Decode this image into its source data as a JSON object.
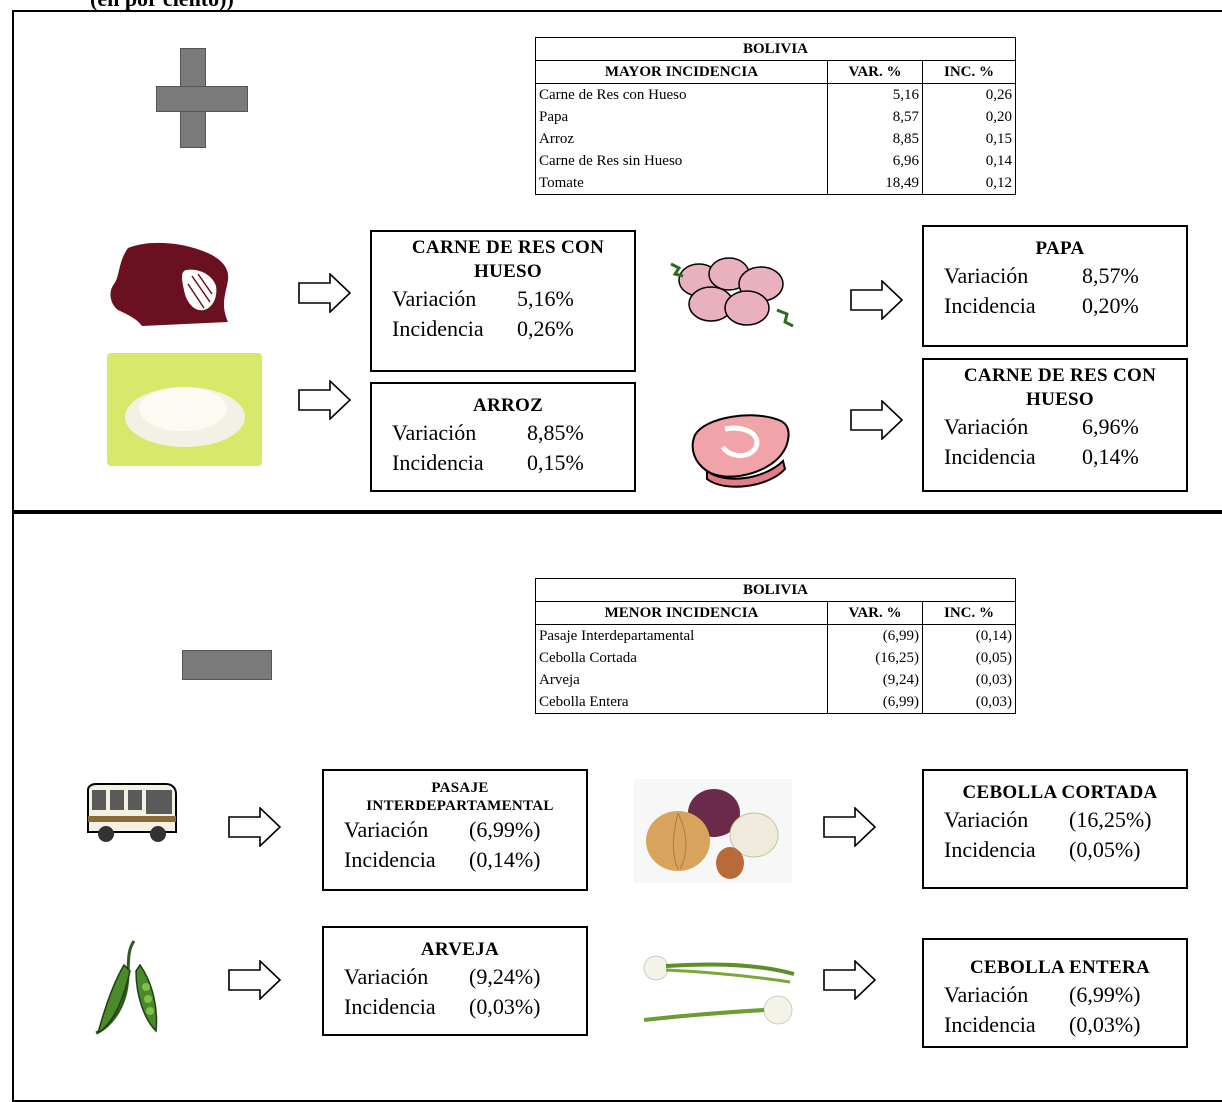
{
  "header_fragment": "(en por ciento))",
  "top_table": {
    "title": "BOLIVIA",
    "headers": [
      "MAYOR INCIDENCIA",
      "VAR. %",
      "INC. %"
    ],
    "rows": [
      [
        "Carne de Res con Hueso",
        "5,16",
        "0,26"
      ],
      [
        "Papa",
        "8,57",
        "0,20"
      ],
      [
        "Arroz",
        "8,85",
        "0,15"
      ],
      [
        "Carne de Res sin Hueso",
        "6,96",
        "0,14"
      ],
      [
        "Tomate",
        "18,49",
        "0,12"
      ]
    ]
  },
  "bottom_table": {
    "title": "BOLIVIA",
    "headers": [
      "MENOR INCIDENCIA",
      "VAR. %",
      "INC. %"
    ],
    "rows": [
      [
        "Pasaje Interdepartamental",
        "(6,99)",
        "(0,14)"
      ],
      [
        "Cebolla Cortada",
        "(16,25)",
        "(0,05)"
      ],
      [
        "Arveja",
        "(9,24)",
        "(0,03)"
      ],
      [
        "Cebolla Entera",
        "(6,99)",
        "(0,03)"
      ]
    ]
  },
  "labels": {
    "variacion": "Variación",
    "incidencia": "Incidencia"
  },
  "boxes": {
    "carne_hueso": {
      "title": "CARNE DE RES CON HUESO",
      "var": "5,16%",
      "inc": "0,26%"
    },
    "papa": {
      "title": "PAPA",
      "var": "8,57%",
      "inc": "0,20%"
    },
    "arroz": {
      "title": "ARROZ",
      "var": "8,85%",
      "inc": "0,15%"
    },
    "carne_sin": {
      "title": "CARNE DE RES CON HUESO",
      "var": "6,96%",
      "inc": "0,14%"
    },
    "pasaje": {
      "title": "PASAJE INTERDEPARTAMENTAL",
      "var": "(6,99%)",
      "inc": "(0,14%)"
    },
    "cebolla_cortada": {
      "title": "CEBOLLA CORTADA",
      "var": "(16,25%)",
      "inc": "(0,05%)"
    },
    "arveja": {
      "title": "ARVEJA",
      "var": "(9,24%)",
      "inc": "(0,03%)"
    },
    "cebolla_entera": {
      "title": "CEBOLLA ENTERA",
      "var": "(6,99%)",
      "inc": "(0,03%)"
    }
  },
  "icons": [
    "plus-icon",
    "minus-icon",
    "right-arrow-icon",
    "steak-icon",
    "rice-icon",
    "potatoes-icon",
    "meat-slice-icon",
    "bus-icon",
    "onions-icon",
    "peas-icon",
    "green-onion-icon"
  ],
  "colors": {
    "shape_gray": "#7a7a7a",
    "rice_bg": "#d8e86a",
    "meat": "#6b1020",
    "potato": "#e9b0bd"
  }
}
